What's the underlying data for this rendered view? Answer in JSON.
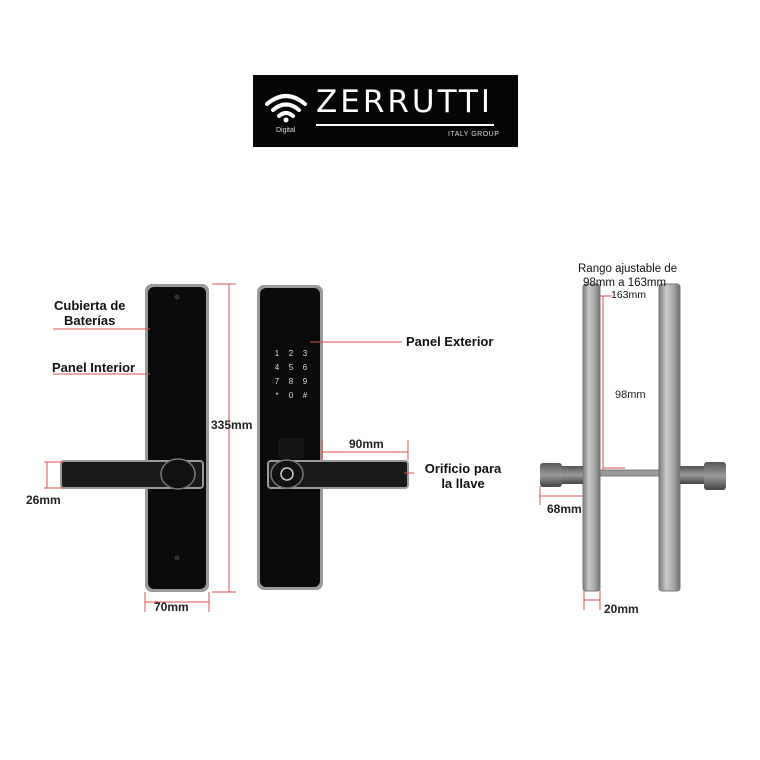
{
  "logo": {
    "brand": "ZERRUTTI",
    "tagline": "ITALY GROUP",
    "digital": "Digital"
  },
  "labels": {
    "battery_cover_line1": "Cubierta de",
    "battery_cover_line2": "Baterías",
    "interior_panel": "Panel Interior",
    "exterior_panel": "Panel Exterior",
    "key_hole_line1": "Orificio para",
    "key_hole_line2": "la llave"
  },
  "dimensions": {
    "height": "335mm",
    "handle_height": "26mm",
    "width": "70mm",
    "handle_length": "90mm",
    "depth_handle": "68mm",
    "thickness": "20mm",
    "spindle": "98mm"
  },
  "range": {
    "line1": "Rango ajustable de",
    "line2": "98mm  a 163mm",
    "line3": "163mm"
  },
  "keypad": [
    "1",
    "2",
    "3",
    "4",
    "5",
    "6",
    "7",
    "8",
    "9",
    "*",
    "0",
    "#"
  ],
  "colors": {
    "dimension_line": "#d9534f",
    "panel": "#0a0a0a",
    "frame": "#9a9a9a",
    "logo_bg": "#050505"
  }
}
